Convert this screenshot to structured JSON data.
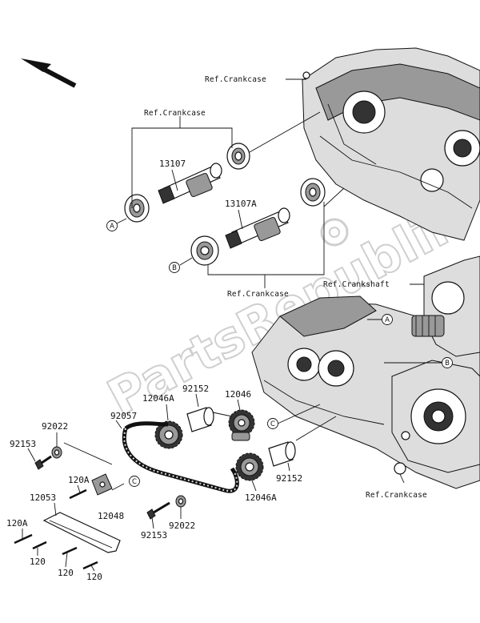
{
  "watermark": "PartsRepublik",
  "refs": {
    "crankcase_top": "Ref.Crankcase",
    "crankcase_left": "Ref.Crankcase",
    "crankcase_mid": "Ref.Crankcase",
    "crankshaft": "Ref.Crankshaft",
    "crankcase_bottom": "Ref.Crankcase"
  },
  "callouts": {
    "a_left": "A",
    "b_left": "B",
    "a_right": "A",
    "b_right": "B",
    "c_mid": "C",
    "c_left": "C"
  },
  "parts": {
    "p13107": "13107",
    "p13107A": "13107A",
    "p92022_top": "92022",
    "p92057": "92057",
    "p12046A_top": "12046A",
    "p92152_top": "92152",
    "p12046": "12046",
    "p92153_top": "92153",
    "p120A_top": "120A",
    "p12053": "12053",
    "p12048": "12048",
    "p120A_bottom": "120A",
    "p120_a": "120",
    "p120_b": "120",
    "p120_c": "120",
    "p92153_bottom": "92153",
    "p92022_bottom": "92022",
    "p12046A_bottom": "12046A",
    "p92152_bottom": "92152"
  }
}
